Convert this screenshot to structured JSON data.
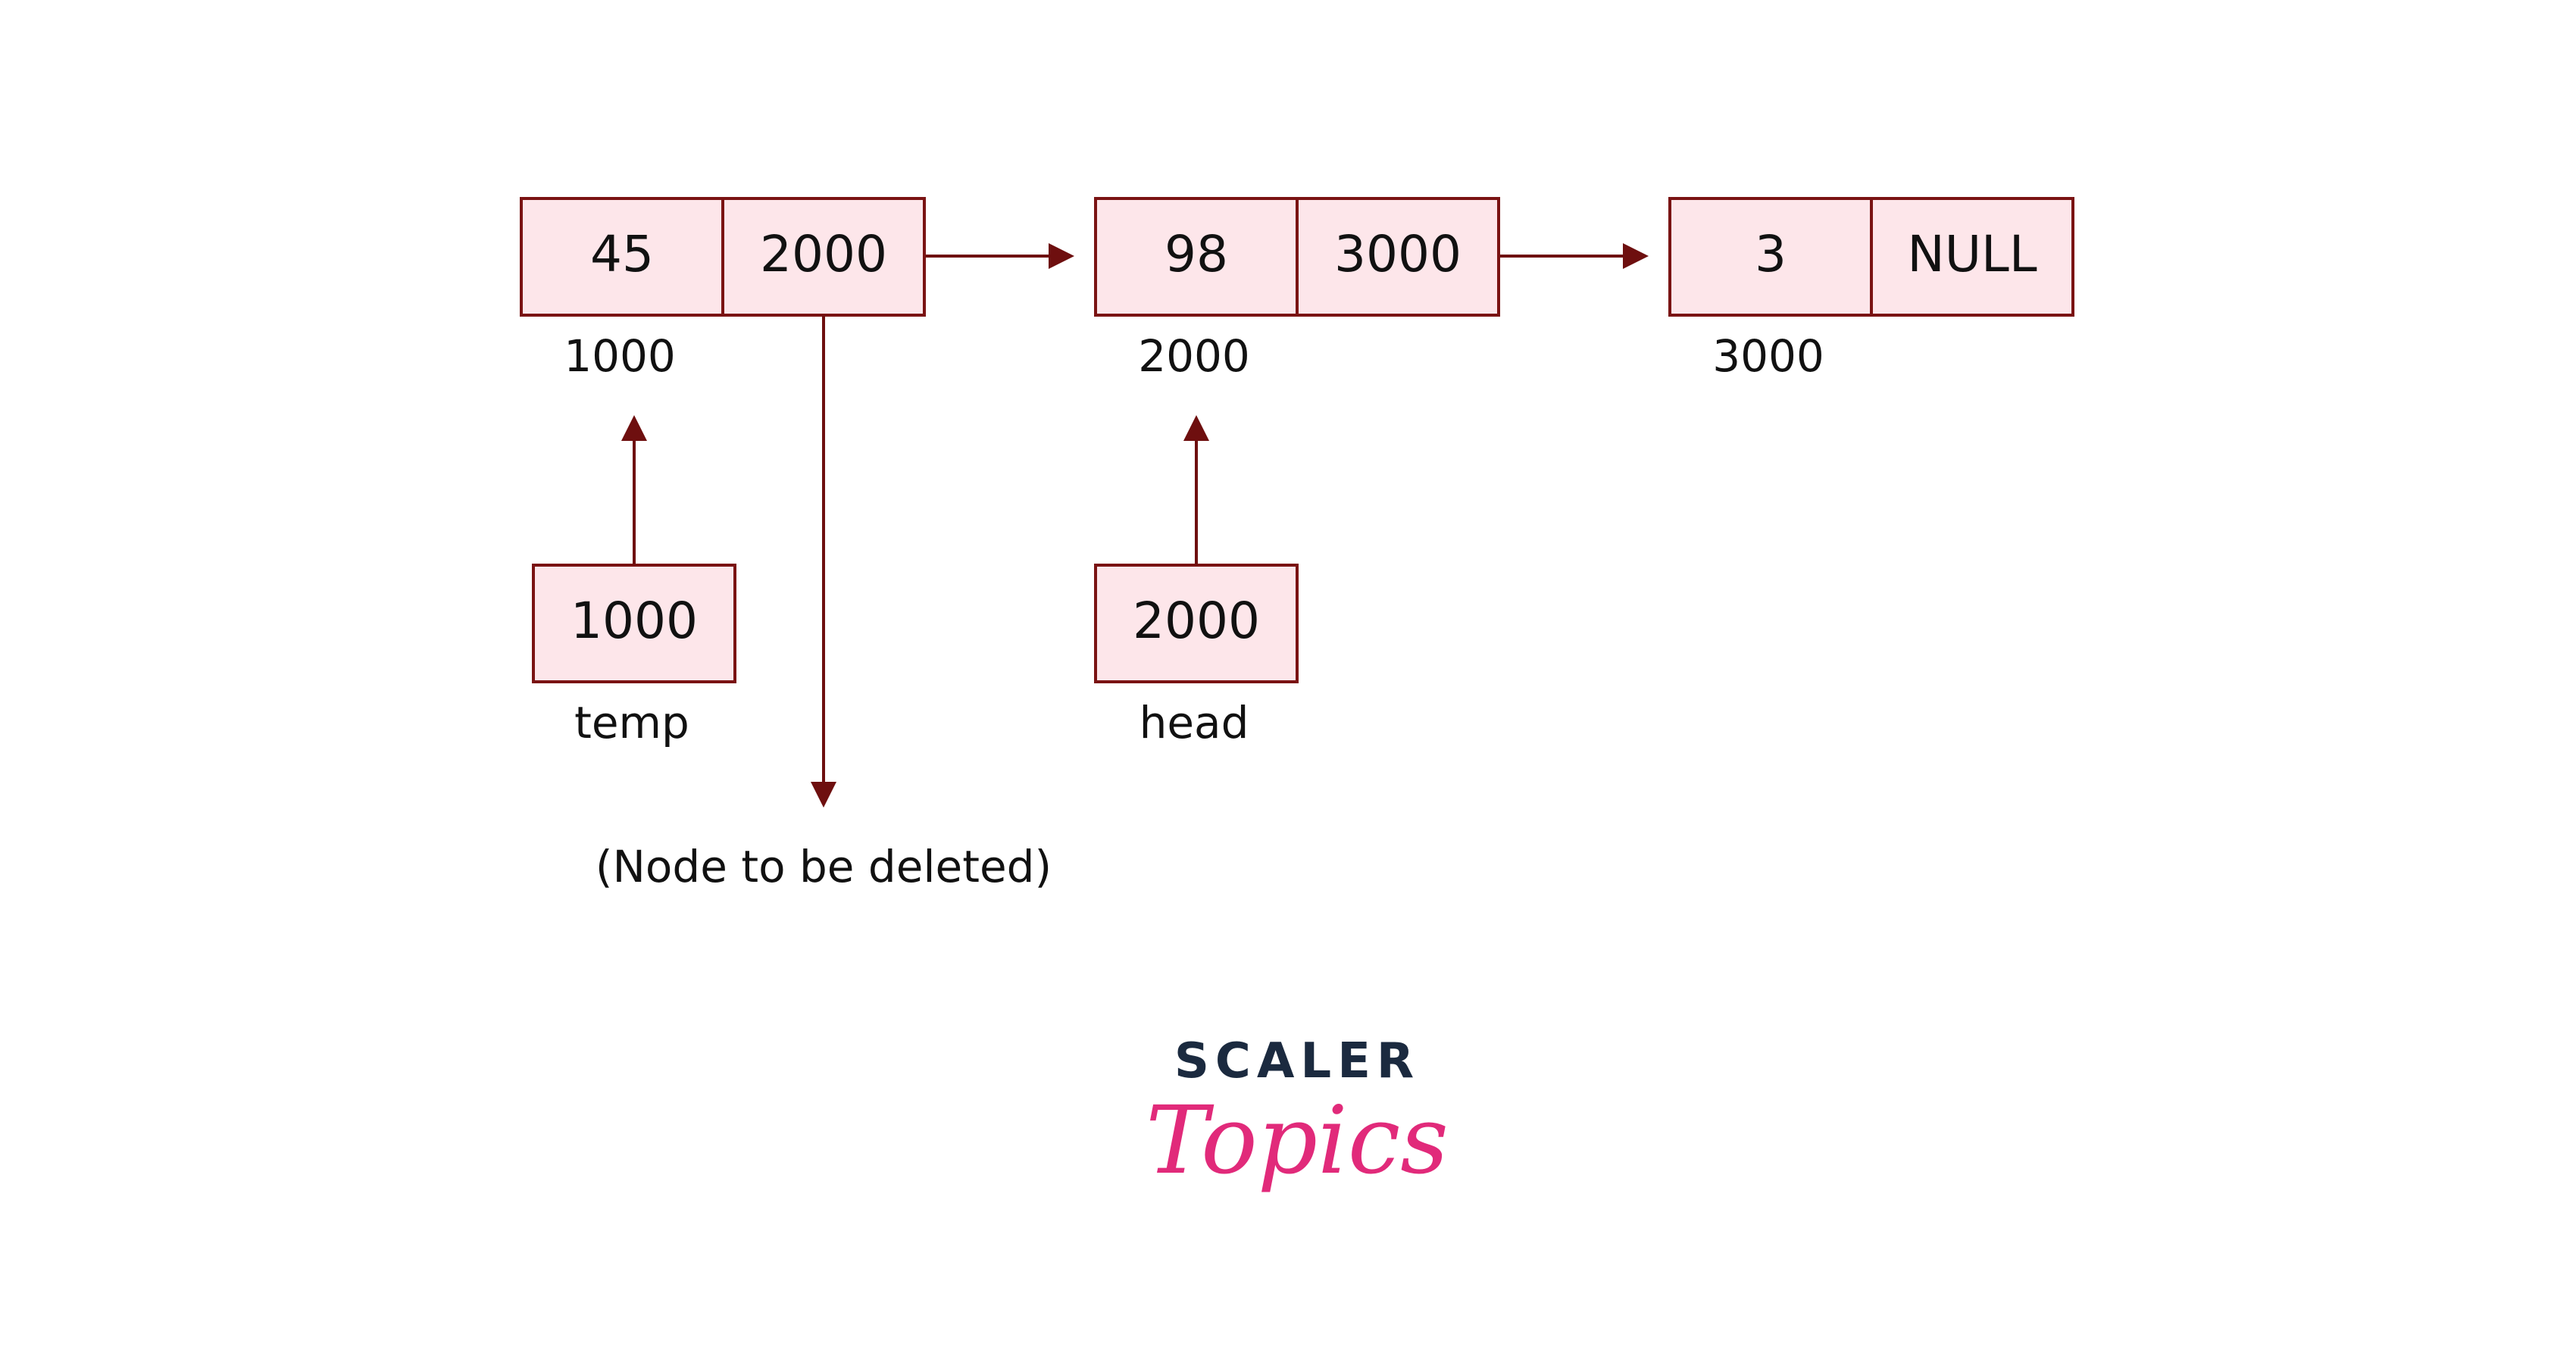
{
  "nodes": [
    {
      "data": "45",
      "next": "2000",
      "address": "1000"
    },
    {
      "data": "98",
      "next": "3000",
      "address": "2000"
    },
    {
      "data": "3",
      "next": "NULL",
      "address": "3000"
    }
  ],
  "pointers": [
    {
      "value": "1000",
      "name": "temp"
    },
    {
      "value": "2000",
      "name": "head"
    }
  ],
  "annotation": "(Node to be deleted)",
  "brand": {
    "top": "SCALER",
    "bottom": "Topics"
  },
  "colors": {
    "cell_fill": "#fde6ea",
    "cell_stroke": "#7a1313",
    "arrow": "#6e0f0f",
    "brand_dark": "#1b2a3f",
    "brand_pink": "#e12a7a"
  }
}
